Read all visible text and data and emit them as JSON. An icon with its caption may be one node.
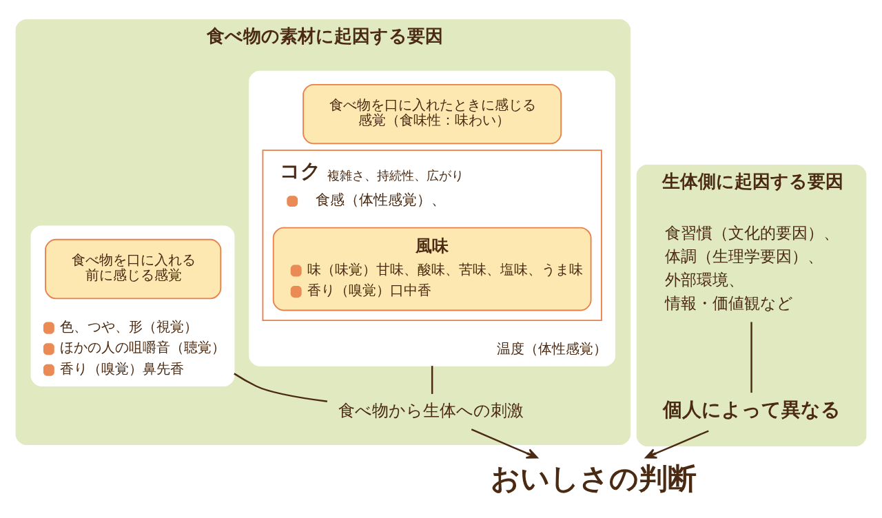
{
  "diagram": {
    "nodes": [
      {
        "text": [
          "食べ物の素材に起因する要因"
        ]
      },
      {
        "text": [
          "色、つや、形（視覚）",
          "ほかの人の咀嚼音（聴覚）",
          "香り（嗅覚）鼻先香"
        ],
        "in": 0
      },
      {
        "text": [
          "食べ物を口に入れる前に感じる感覚"
        ],
        "in": 1
      },
      {
        "text": [
          "温度（体性感覚）"
        ],
        "in": 0
      },
      {
        "text": [
          "食べ物を口に入れたときに感じる感覚（食味性：味わい）"
        ],
        "in": 3
      },
      {
        "text": [
          "コク",
          "複雑さ、持続性、広がり",
          "食感（体性感覚）、"
        ],
        "in": 3
      },
      {
        "text": [
          "風味",
          "味（味覚）甘味、酸味、苦味、塩味、うま味",
          "香り（嗅覚）口中香"
        ],
        "in": 5
      },
      {
        "text": [
          "食べ物から生体への刺激"
        ],
        "in": 0
      },
      {
        "text": [
          "生体側に起因する要因"
        ]
      },
      {
        "text": [
          "食習慣（文化的要因）、",
          "体調（生理学要因）、",
          "外部環境、",
          "情報・価値観など"
        ],
        "in": 8
      },
      {
        "text": [
          "個人によって異なる"
        ],
        "in": 8
      },
      {
        "text": [
          "おいしさの判断"
        ]
      }
    ],
    "edges": [
      {
        "from": 1,
        "to": 7,
        "arrow": "none"
      },
      {
        "from": 3,
        "to": 7,
        "arrow": "none"
      },
      {
        "from": 9,
        "to": 10,
        "arrow": "none"
      },
      {
        "from": 7,
        "to": 11,
        "arrow": "to"
      },
      {
        "from": 10,
        "to": 11,
        "arrow": "to"
      }
    ]
  }
}
